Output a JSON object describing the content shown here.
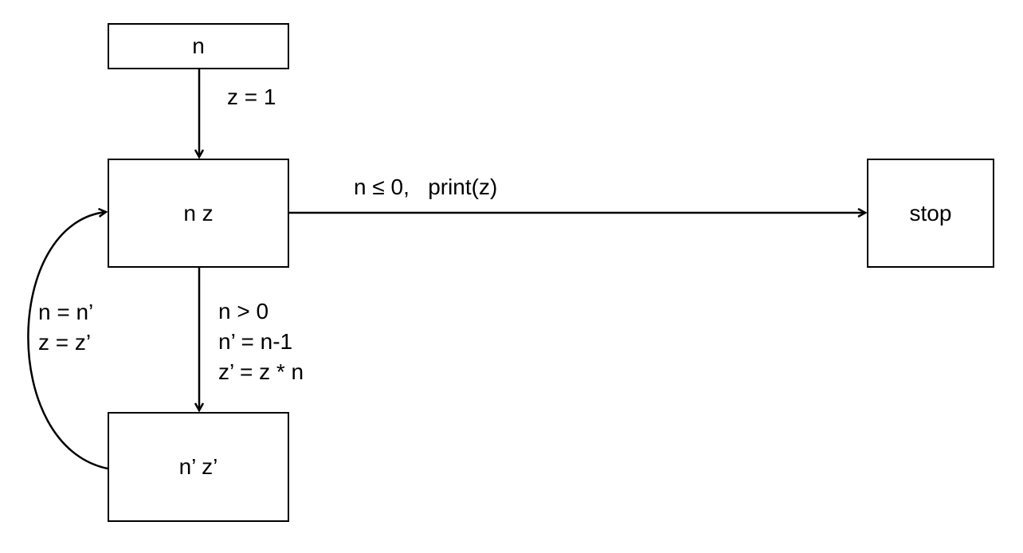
{
  "nodes": {
    "start": "n",
    "loop": "n  z",
    "next": "n’  z’",
    "stop": "stop"
  },
  "edges": {
    "init": "z = 1",
    "exit": "n ≤ 0,   print(z)",
    "step": [
      "n > 0",
      "n’ = n-1",
      "z’ = z * n"
    ],
    "back": [
      "n = n’",
      "z = z’"
    ]
  }
}
